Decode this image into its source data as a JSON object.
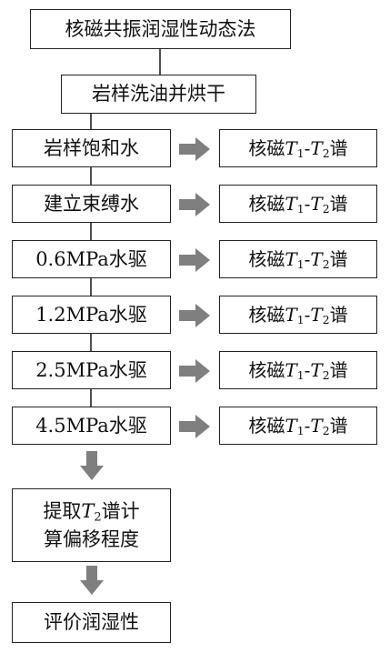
{
  "diagram": {
    "title": "核磁共振润湿性动态法",
    "step_wash": "岩样洗油并烘干",
    "steps": [
      {
        "label": "岩样饱和水",
        "result": {
          "prefix": "核磁",
          "t": "T",
          "sub1": "1",
          "dash": "-",
          "sub2": "2",
          "suffix": "谱"
        }
      },
      {
        "label": "建立束缚水",
        "result": {
          "prefix": "核磁",
          "t": "T",
          "sub1": "1",
          "dash": "-",
          "sub2": "2",
          "suffix": "谱"
        }
      },
      {
        "label": "0.6MPa水驱",
        "result": {
          "prefix": "核磁",
          "t": "T",
          "sub1": "1",
          "dash": "-",
          "sub2": "2",
          "suffix": "谱"
        }
      },
      {
        "label": "1.2MPa水驱",
        "result": {
          "prefix": "核磁",
          "t": "T",
          "sub1": "1",
          "dash": "-",
          "sub2": "2",
          "suffix": "谱"
        }
      },
      {
        "label": "2.5MPa水驱",
        "result": {
          "prefix": "核磁",
          "t": "T",
          "sub1": "1",
          "dash": "-",
          "sub2": "2",
          "suffix": "谱"
        }
      },
      {
        "label": "4.5MPa水驱",
        "result": {
          "prefix": "核磁",
          "t": "T",
          "sub1": "1",
          "dash": "-",
          "sub2": "2",
          "suffix": "谱"
        }
      }
    ],
    "extract": {
      "line1_prefix": "提取",
      "line1_t": "T",
      "line1_sub": "2",
      "line1_suffix": "谱计",
      "line2": "算偏移程度"
    },
    "final": "评价润湿性"
  },
  "colors": {
    "box_border": "#222222",
    "arrow_gray": "#7f7f7f",
    "line": "#222222"
  }
}
